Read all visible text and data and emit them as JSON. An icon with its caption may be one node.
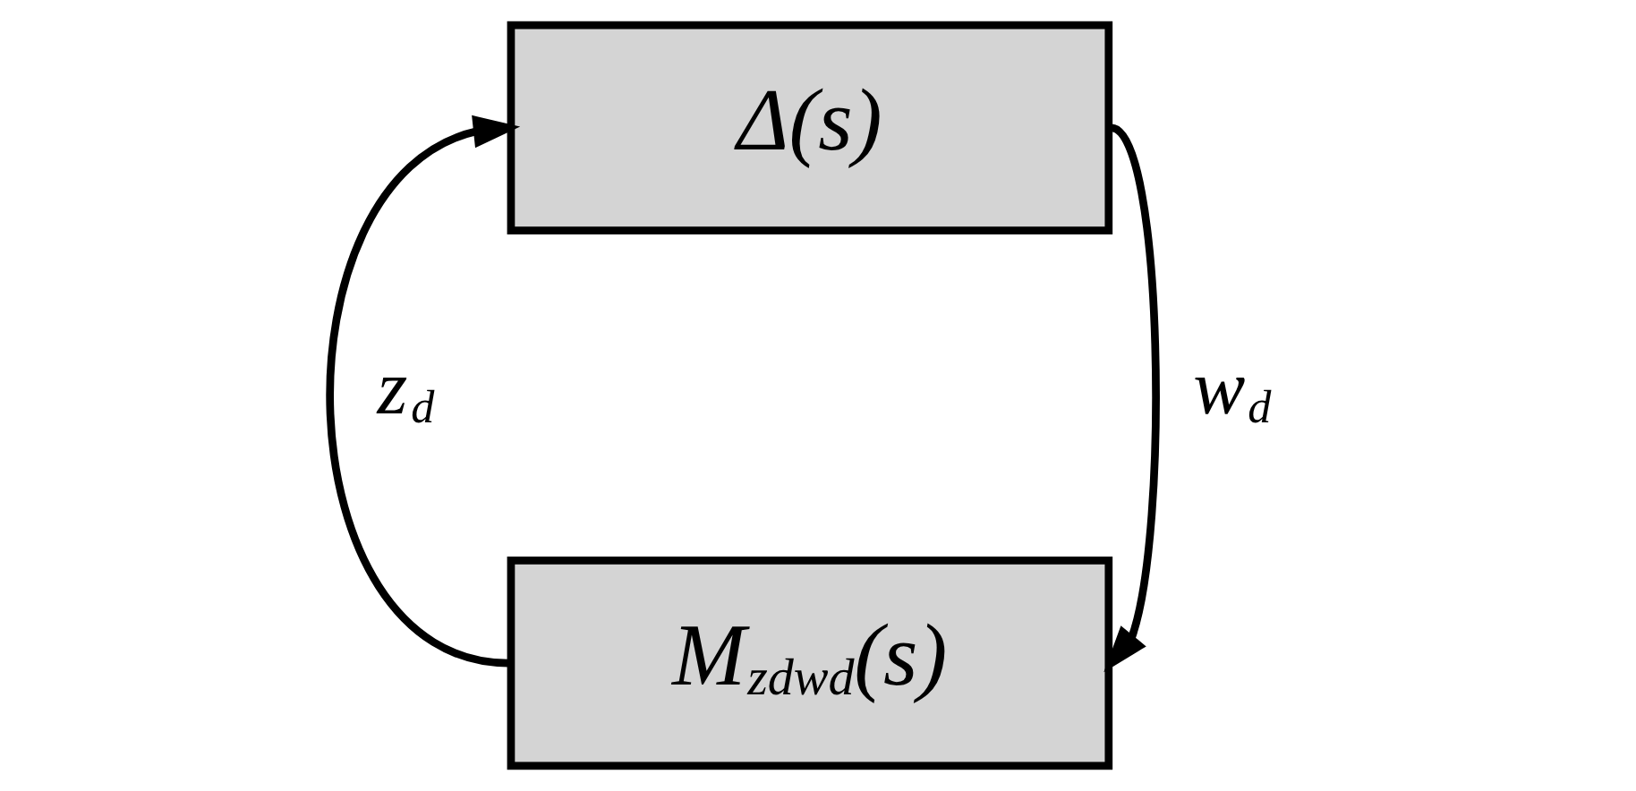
{
  "diagram": {
    "nodes": [
      {
        "text": [
          "Δ(s)"
        ]
      },
      {
        "text": [
          "M$_{zdwd}$(s)"
        ]
      }
    ],
    "edges": [
      {
        "from": 0,
        "to": 1,
        "arrow": "to",
        "label": "w$_{d}$"
      },
      {
        "from": 1,
        "to": 0,
        "arrow": "to",
        "label": "z$_{d}$"
      }
    ]
  }
}
